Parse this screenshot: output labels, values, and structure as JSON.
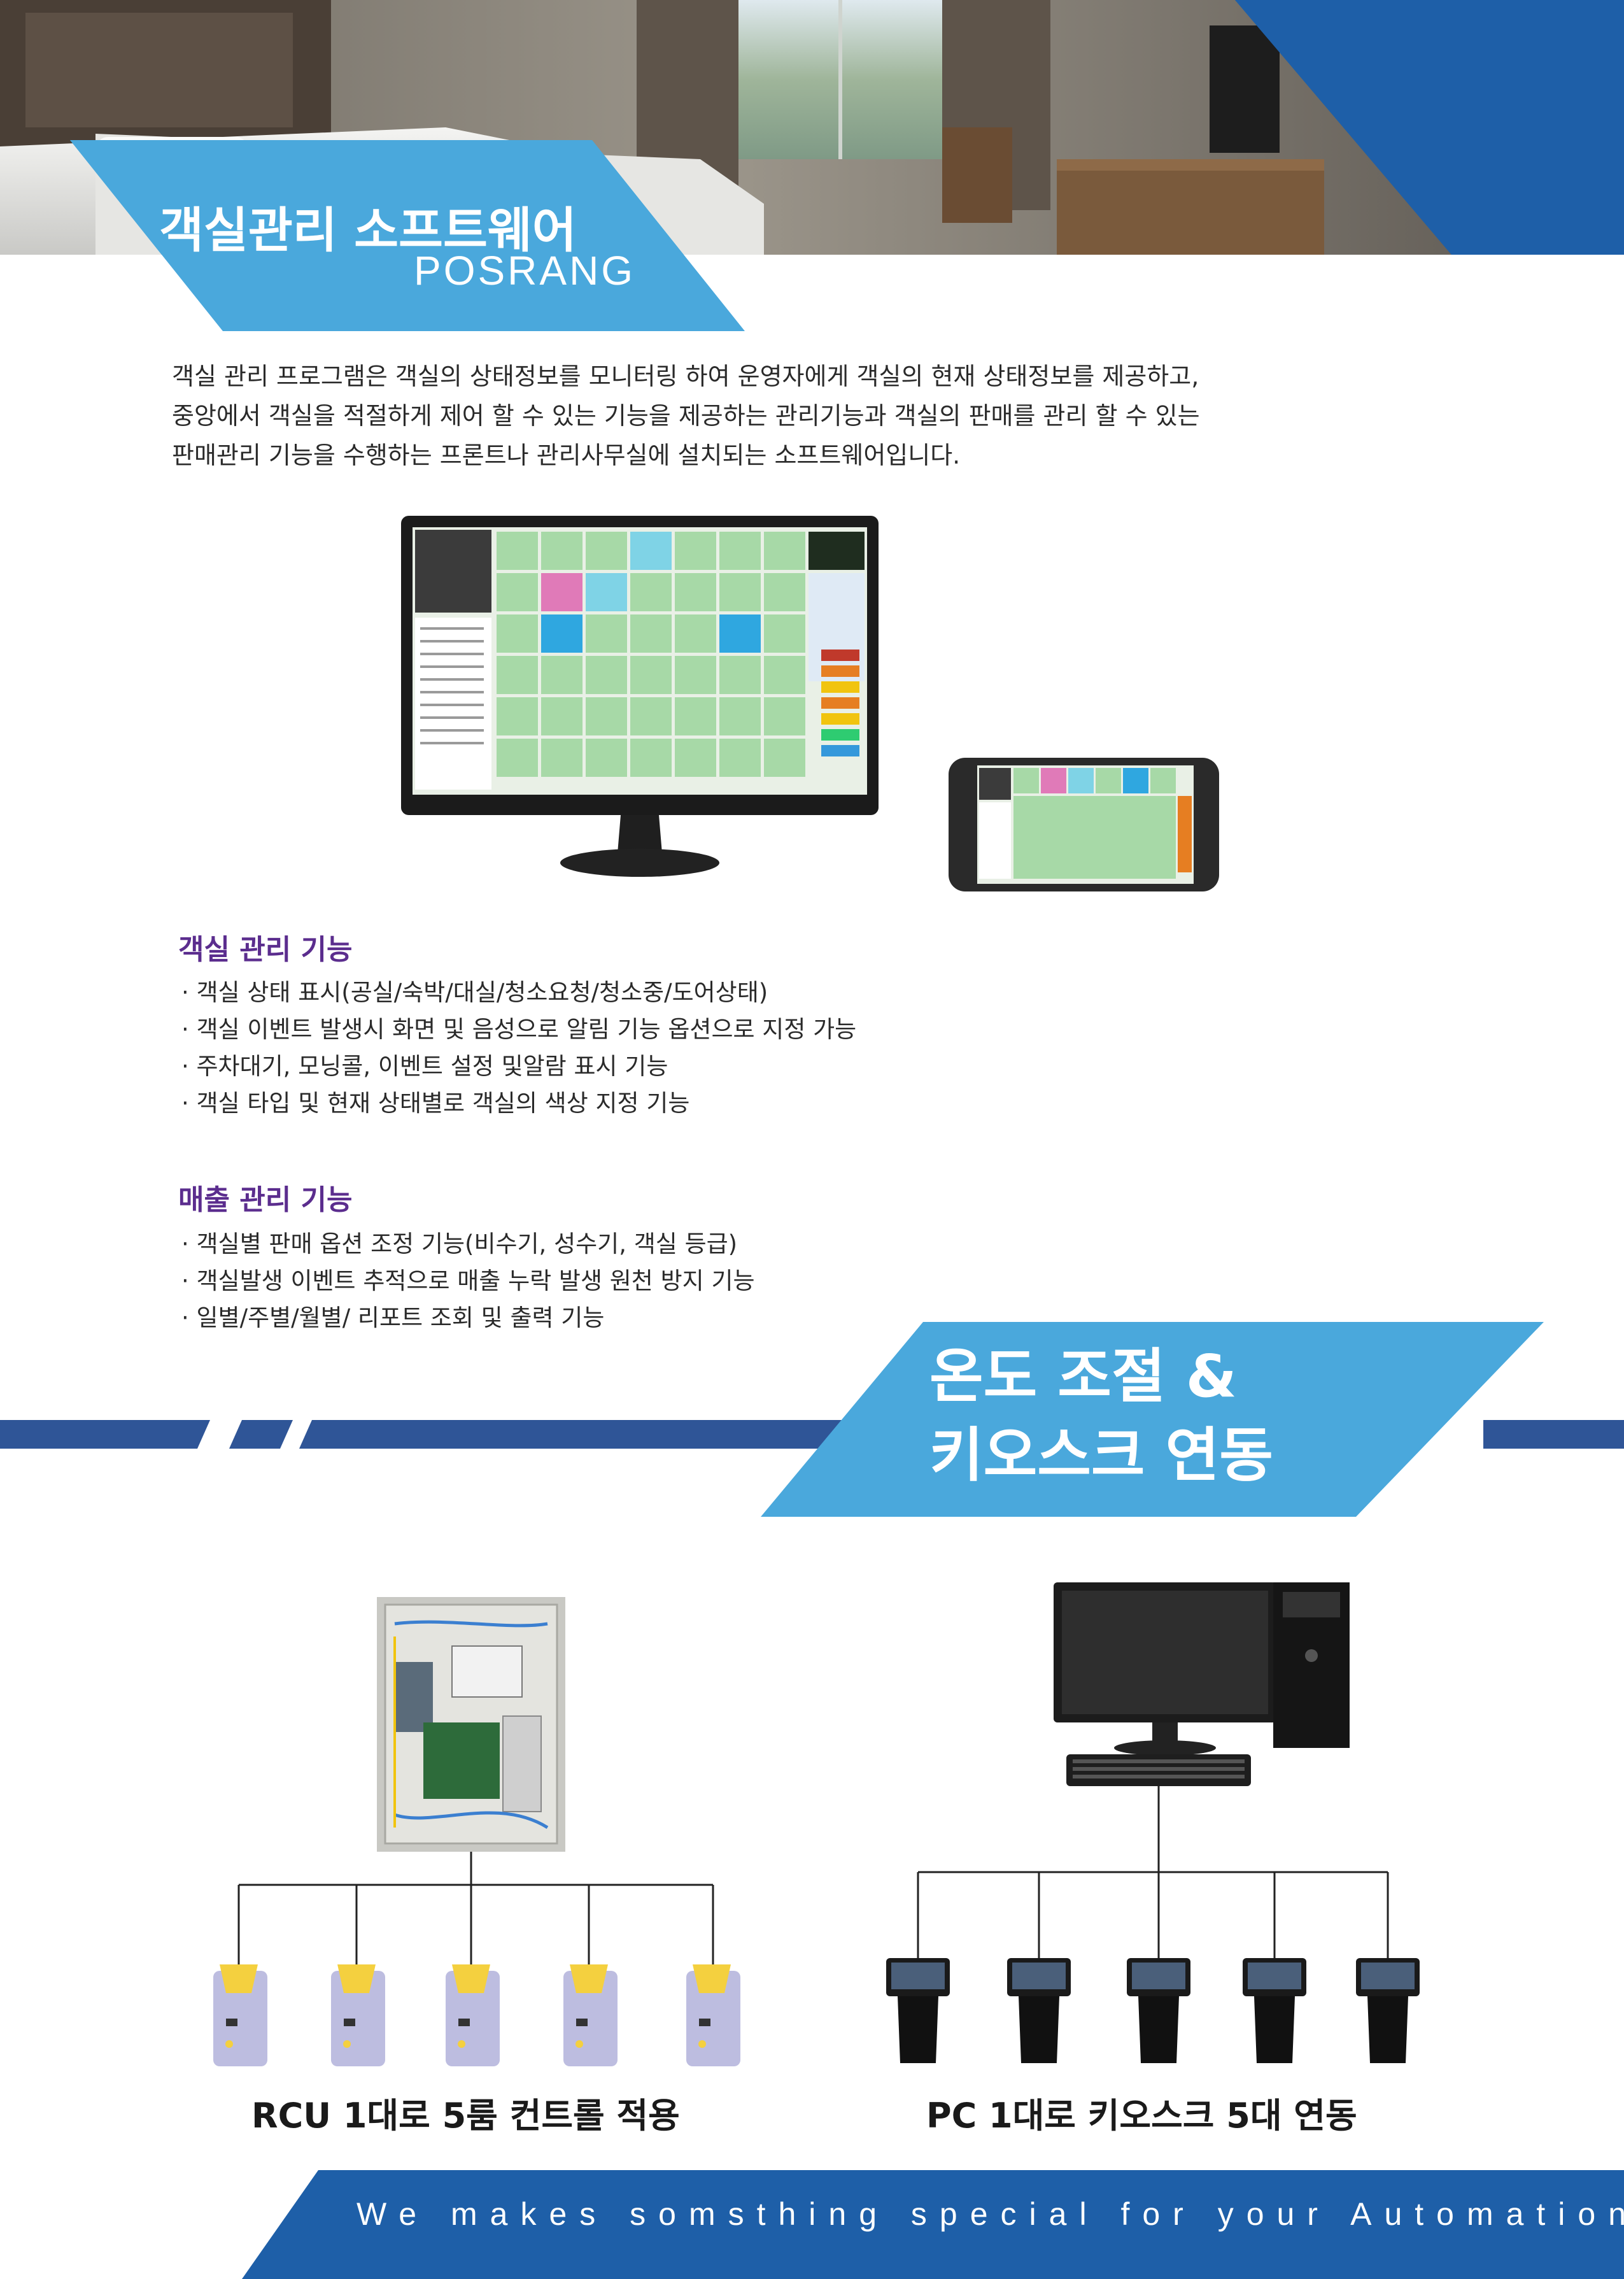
{
  "header": {
    "title": "객실관리 소프트웨어",
    "subtitle": "POSRANG"
  },
  "intro": {
    "lines": [
      "객실 관리 프로그램은 객실의 상태정보를 모니터링 하여 운영자에게 객실의 현재 상태정보를 제공하고,",
      "중앙에서 객실을 적절하게 제어 할 수 있는 기능을 제공하는 관리기능과 객실의 판매를 관리 할 수 있는",
      "판매관리 기능을 수행하는 프론트나 관리사무실에 설치되는 소프트웨어입니다."
    ]
  },
  "room_management": {
    "heading": "객실 관리 기능",
    "items": [
      "· 객실 상태 표시(공실/숙박/대실/청소요청/청소중/도어상태)",
      "· 객실 이벤트 발생시 화면 및 음성으로 알림 기능 옵션으로 지정 가능",
      "· 주차대기, 모닝콜, 이벤트 설정 및알람 표시 기능",
      "· 객실 타입 및 현재 상태별로 객실의 색상 지정 기능"
    ]
  },
  "sales_management": {
    "heading": "매출 관리 기능",
    "items": [
      "· 객실별 판매 옵션 조정 기능(비수기, 성수기, 객실 등급)",
      "· 객실발생 이벤트 추적으로 매출 누락 발생 원천 방지 기능",
      "· 일별/주별/월별/ 리포트 조회 및 출력 기능"
    ]
  },
  "banner": {
    "line1": "온도 조절 &",
    "line2": "키오스크 연동"
  },
  "captions": {
    "rcu": "RCU 1대로 5룸 컨트롤 적용",
    "pc": "PC 1대로 키오스크 5대 연동"
  },
  "footer": {
    "slogan": "We makes somsthing special for your Automation"
  },
  "colors": {
    "accent_blue": "#4aa8dc",
    "dark_blue": "#1e5fa8",
    "heading_purple": "#5b2d8e",
    "stripe_navy": "#2f5597"
  }
}
